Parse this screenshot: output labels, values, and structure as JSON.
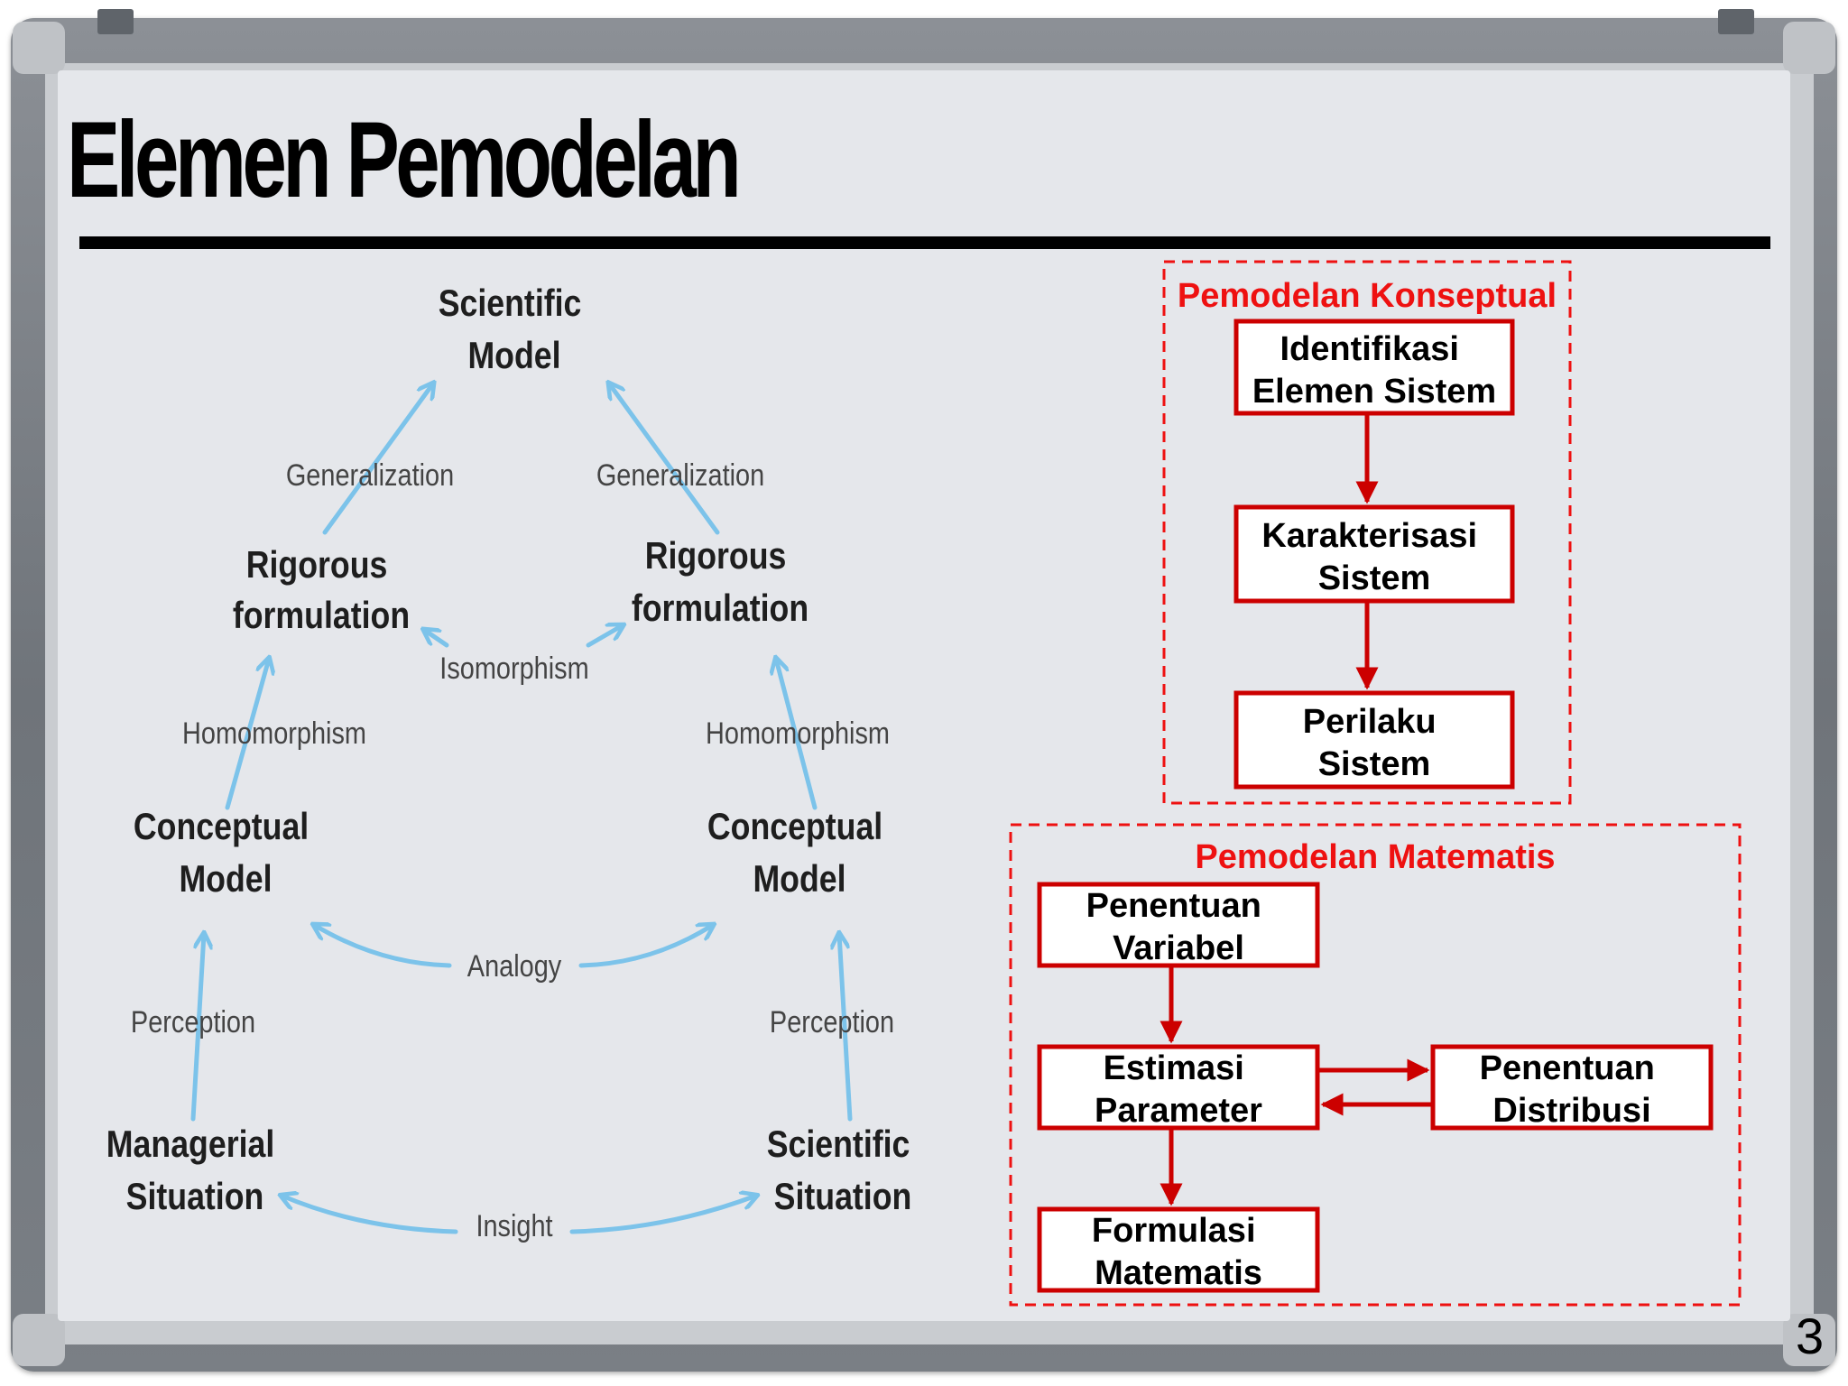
{
  "slide": {
    "title": "Elemen Pemodelan",
    "page_number": "3"
  },
  "cycle": {
    "nodes": [
      {
        "id": "scientific_model",
        "lines": [
          "Scientific",
          "Model"
        ]
      },
      {
        "id": "rigorous_left",
        "lines": [
          "Rigorous",
          "formulation"
        ]
      },
      {
        "id": "rigorous_right",
        "lines": [
          "Rigorous",
          "formulation"
        ]
      },
      {
        "id": "conceptual_left",
        "lines": [
          "Conceptual",
          "Model"
        ]
      },
      {
        "id": "conceptual_right",
        "lines": [
          "Conceptual",
          "Model"
        ]
      },
      {
        "id": "managerial_situation",
        "lines": [
          "Managerial",
          "Situation"
        ]
      },
      {
        "id": "scientific_situation",
        "lines": [
          "Scientific",
          "Situation"
        ]
      }
    ],
    "edge_labels": {
      "generalization_left": "Generalization",
      "generalization_right": "Generalization",
      "isomorphism": "Isomorphism",
      "homomorphism_left": "Homomorphism",
      "homomorphism_right": "Homomorphism",
      "analogy": "Analogy",
      "perception_left": "Perception",
      "perception_right": "Perception",
      "insight": "Insight"
    }
  },
  "flow": {
    "konseptual": {
      "title": "Pemodelan Konseptual",
      "boxes": [
        {
          "id": "identifikasi",
          "lines": [
            "Identifikasi",
            "Elemen Sistem"
          ]
        },
        {
          "id": "karakterisasi",
          "lines": [
            "Karakterisasi",
            "Sistem"
          ]
        },
        {
          "id": "perilaku",
          "lines": [
            "Perilaku",
            "Sistem"
          ]
        }
      ]
    },
    "matematis": {
      "title": "Pemodelan Matematis",
      "boxes": [
        {
          "id": "penentuan_variabel",
          "lines": [
            "Penentuan",
            "Variabel"
          ]
        },
        {
          "id": "estimasi_parameter",
          "lines": [
            "Estimasi",
            "Parameter"
          ]
        },
        {
          "id": "penentuan_distribusi",
          "lines": [
            "Penentuan",
            "Distribusi"
          ]
        },
        {
          "id": "formulasi_matematis",
          "lines": [
            "Formulasi",
            "Matematis"
          ]
        }
      ]
    }
  },
  "colors": {
    "cycle_arrow": "#7cc3ea",
    "flow_red": "#cc0000",
    "group_title_red": "#ee1111",
    "board": "#e5e7eb"
  }
}
